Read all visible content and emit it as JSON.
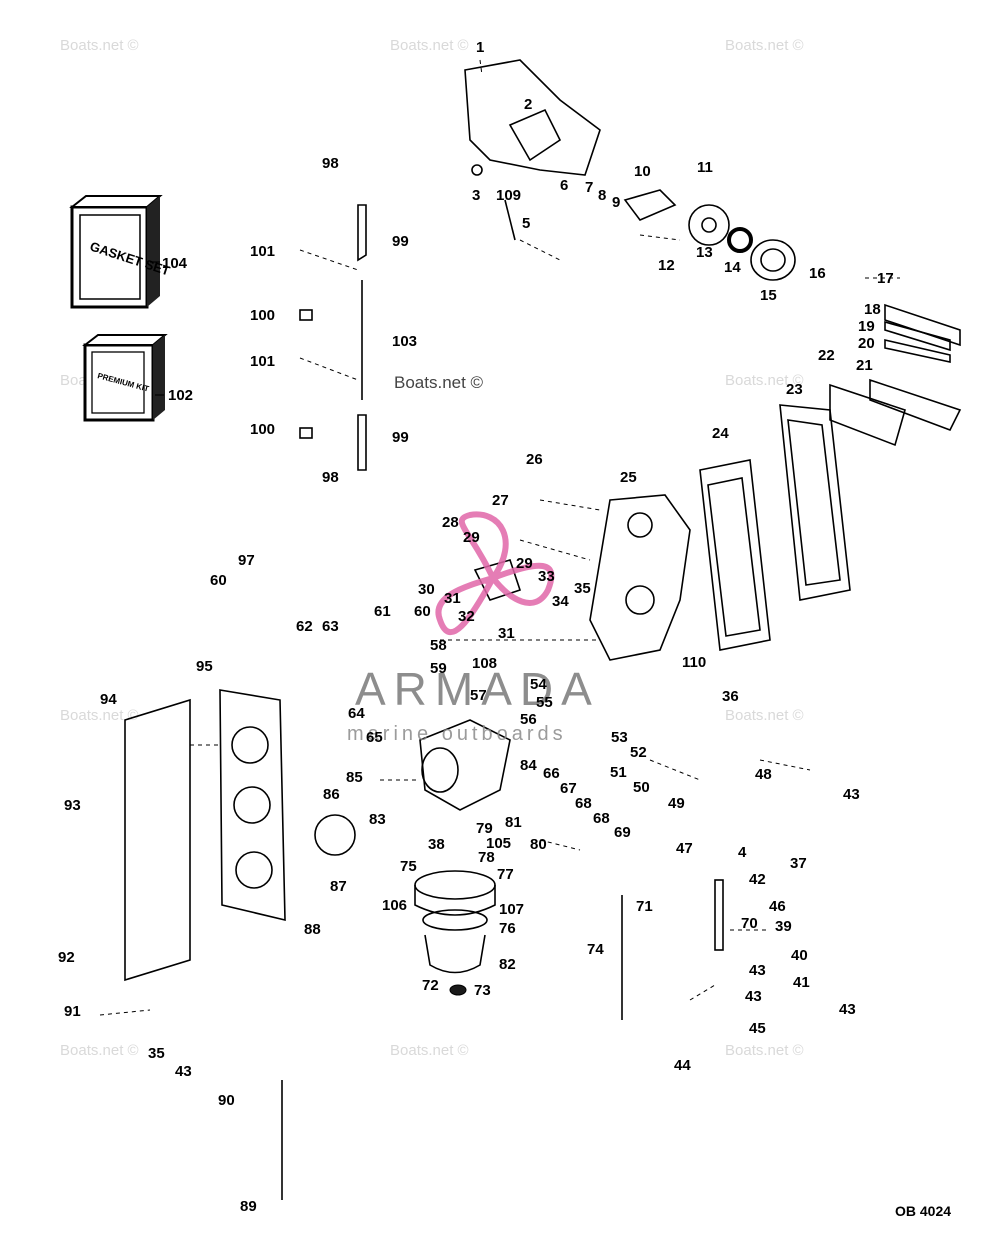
{
  "watermark_text": "Boats.net ©",
  "center_watermark": "Boats.net ©",
  "brand": {
    "name": "ARMADA",
    "tagline": "marine outboards",
    "logo_color": "#e066a8"
  },
  "drawing_code": "OB 4024",
  "kits": {
    "gasket_set": "GASKET SET",
    "gasket_callout": "104",
    "premium_kit": "PREMIUM KIT",
    "premium_callout": "102"
  },
  "callouts": [
    "1",
    "2",
    "3",
    "109",
    "5",
    "6",
    "7",
    "8",
    "9",
    "10",
    "11",
    "12",
    "13",
    "14",
    "15",
    "16",
    "17",
    "18",
    "19",
    "20",
    "21",
    "22",
    "23",
    "24",
    "98",
    "99",
    "101",
    "100",
    "103",
    "101",
    "100",
    "99",
    "98",
    "26",
    "27",
    "25",
    "28",
    "29",
    "29",
    "33",
    "30",
    "31",
    "32",
    "31",
    "34",
    "35",
    "97",
    "60",
    "61",
    "60",
    "58",
    "62",
    "63",
    "59",
    "108",
    "57",
    "54",
    "55",
    "110",
    "36",
    "64",
    "65",
    "56",
    "53",
    "52",
    "48",
    "51",
    "50",
    "49",
    "95",
    "94",
    "93",
    "85",
    "86",
    "84",
    "66",
    "67",
    "68",
    "83",
    "81",
    "79",
    "105",
    "78",
    "80",
    "68",
    "69",
    "47",
    "4",
    "43",
    "37",
    "38",
    "75",
    "77",
    "106",
    "107",
    "76",
    "82",
    "74",
    "71",
    "70",
    "46",
    "39",
    "40",
    "41",
    "42",
    "43",
    "43",
    "45",
    "43",
    "44",
    "87",
    "88",
    "92",
    "91",
    "35",
    "43",
    "90",
    "72",
    "73",
    "89"
  ]
}
